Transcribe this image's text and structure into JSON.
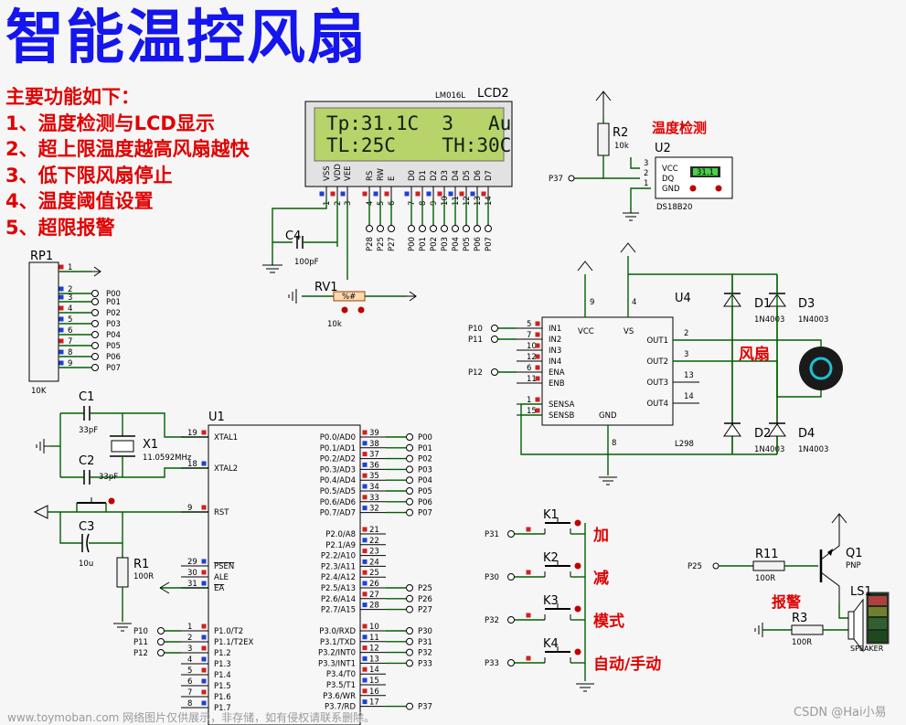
{
  "title": "智能温控风扇",
  "features": [
    "主要功能如下：",
    "1、温度检测与LCD显示",
    "2、超上限温度越高风扇越快",
    "3、低下限风扇停止",
    "4、温度阈值设置",
    "5、超限报警"
  ],
  "lcd": {
    "part": "LM016L",
    "ref": "LCD2",
    "line1": "Tp:31.1C  3   Au",
    "line2": "TL:25C    TH:30C",
    "pins": [
      "VSS",
      "VDD",
      "VEE",
      "RS",
      "RW",
      "E",
      "D0",
      "D1",
      "D2",
      "D3",
      "D4",
      "D5",
      "D6",
      "D7"
    ],
    "pin_numbers": [
      "1",
      "2",
      "3",
      "4",
      "5",
      "6",
      "7",
      "8",
      "9",
      "10",
      "11",
      "12",
      "13",
      "14"
    ],
    "nets": [
      "P28",
      "P25",
      "P27",
      "P00",
      "P01",
      "P02",
      "P03",
      "P04",
      "P05",
      "P06",
      "P07"
    ]
  },
  "rp1": {
    "ref": "RP1",
    "value": "10K",
    "pin_numbers": [
      "1",
      "2",
      "3",
      "4",
      "5",
      "6",
      "7",
      "8",
      "9"
    ],
    "nets": [
      "P00",
      "P01",
      "P02",
      "P03",
      "P04",
      "P05",
      "P06",
      "P07"
    ]
  },
  "c4": {
    "ref": "C4",
    "value": "100pF"
  },
  "rv1": {
    "ref": "RV1",
    "value": "10k",
    "pct": "%#"
  },
  "r2": {
    "ref": "R2",
    "value": "10k"
  },
  "u2": {
    "ref": "U2",
    "part": "DS18B20",
    "label": "温度检测",
    "pins": [
      "VCC",
      "DQ",
      "GND"
    ],
    "pin_numbers": [
      "3",
      "2",
      "1"
    ],
    "reading": "31.1",
    "net": "P37"
  },
  "u4": {
    "ref": "U4",
    "part": "L298",
    "left_pins": [
      {
        "num": "5",
        "name": "IN1",
        "net": "P10"
      },
      {
        "num": "7",
        "name": "IN2",
        "net": "P11"
      },
      {
        "num": "10",
        "name": "IN3",
        "net": ""
      },
      {
        "num": "12",
        "name": "IN4",
        "net": ""
      },
      {
        "num": "6",
        "name": "ENA",
        "net": "P12"
      },
      {
        "num": "11",
        "name": "ENB",
        "net": ""
      },
      {
        "num": "1",
        "name": "SENSA",
        "net": ""
      },
      {
        "num": "15",
        "name": "SENSB",
        "net": ""
      }
    ],
    "right_pins": [
      {
        "num": "2",
        "name": "OUT1"
      },
      {
        "num": "3",
        "name": "OUT2"
      },
      {
        "num": "13",
        "name": "OUT3"
      },
      {
        "num": "14",
        "name": "OUT4"
      }
    ],
    "top_pins": [
      {
        "num": "9",
        "name": "VCC"
      },
      {
        "num": "4",
        "name": "VS"
      }
    ],
    "bottom_pin": {
      "num": "8",
      "name": "GND"
    }
  },
  "diodes": [
    {
      "ref": "D1",
      "part": "1N4003"
    },
    {
      "ref": "D2",
      "part": "1N4003"
    },
    {
      "ref": "D3",
      "part": "1N4003"
    },
    {
      "ref": "D4",
      "part": "1N4003"
    }
  ],
  "fan_label": "风扇",
  "osc": {
    "c1": {
      "ref": "C1",
      "value": "33pF"
    },
    "c2": {
      "ref": "C2",
      "value": "33pF"
    },
    "x1": {
      "ref": "X1",
      "value": "11.0592MHz"
    }
  },
  "reset": {
    "c3": {
      "ref": "C3",
      "value": "10u"
    },
    "r1": {
      "ref": "R1",
      "value": "100R"
    }
  },
  "u1": {
    "ref": "U1",
    "left_pins": [
      {
        "num": "19",
        "name": "XTAL1"
      },
      {
        "num": "18",
        "name": "XTAL2"
      },
      {
        "num": "9",
        "name": "RST"
      },
      {
        "num": "29",
        "name": "PSEN"
      },
      {
        "num": "30",
        "name": "ALE"
      },
      {
        "num": "31",
        "name": "EA"
      },
      {
        "num": "1",
        "name": "P1.0/T2",
        "net": "P10"
      },
      {
        "num": "2",
        "name": "P1.1/T2EX",
        "net": "P11"
      },
      {
        "num": "3",
        "name": "P1.2",
        "net": "P12"
      },
      {
        "num": "4",
        "name": "P1.3"
      },
      {
        "num": "5",
        "name": "P1.4"
      },
      {
        "num": "6",
        "name": "P1.5"
      },
      {
        "num": "7",
        "name": "P1.6"
      },
      {
        "num": "8",
        "name": "P1.7"
      }
    ],
    "right_p0": [
      {
        "num": "39",
        "name": "P0.0/AD0",
        "net": "P00"
      },
      {
        "num": "38",
        "name": "P0.1/AD1",
        "net": "P01"
      },
      {
        "num": "37",
        "name": "P0.2/AD2",
        "net": "P02"
      },
      {
        "num": "36",
        "name": "P0.3/AD3",
        "net": "P03"
      },
      {
        "num": "35",
        "name": "P0.4/AD4",
        "net": "P04"
      },
      {
        "num": "34",
        "name": "P0.5/AD5",
        "net": "P05"
      },
      {
        "num": "33",
        "name": "P0.6/AD6",
        "net": "P06"
      },
      {
        "num": "32",
        "name": "P0.7/AD7",
        "net": "P07"
      }
    ],
    "right_p2": [
      {
        "num": "21",
        "name": "P2.0/A8",
        "net": ""
      },
      {
        "num": "22",
        "name": "P2.1/A9",
        "net": ""
      },
      {
        "num": "23",
        "name": "P2.2/A10",
        "net": ""
      },
      {
        "num": "24",
        "name": "P2.3/A11",
        "net": ""
      },
      {
        "num": "25",
        "name": "P2.4/A12",
        "net": ""
      },
      {
        "num": "26",
        "name": "P2.5/A13",
        "net": "P25"
      },
      {
        "num": "27",
        "name": "P2.6/A14",
        "net": "P26"
      },
      {
        "num": "28",
        "name": "P2.7/A15",
        "net": "P27"
      }
    ],
    "right_p3": [
      {
        "num": "10",
        "name": "P3.0/RXD",
        "net": "P30"
      },
      {
        "num": "11",
        "name": "P3.1/TXD",
        "net": "P31"
      },
      {
        "num": "12",
        "name": "P3.2/INT0",
        "net": "P32"
      },
      {
        "num": "13",
        "name": "P3.3/INT1",
        "net": "P33"
      },
      {
        "num": "14",
        "name": "P3.4/T0",
        "net": ""
      },
      {
        "num": "15",
        "name": "P3.5/T1",
        "net": ""
      },
      {
        "num": "16",
        "name": "P3.6/WR",
        "net": ""
      },
      {
        "num": "17",
        "name": "P3.7/RD",
        "net": "P37"
      }
    ]
  },
  "keys": [
    {
      "ref": "K1",
      "net": "P31",
      "label": "加"
    },
    {
      "ref": "K2",
      "net": "P30",
      "label": "减"
    },
    {
      "ref": "K3",
      "net": "P32",
      "label": "模式"
    },
    {
      "ref": "K4",
      "net": "P33",
      "label": "自动/手动"
    }
  ],
  "alarm": {
    "label": "报警",
    "r11": {
      "ref": "R11",
      "value": "100R",
      "net": "P25"
    },
    "q1": {
      "ref": "Q1",
      "part": "PNP"
    },
    "r3": {
      "ref": "R3",
      "value": "100R"
    },
    "ls1": {
      "ref": "LS1",
      "part": "SPEAKER"
    }
  },
  "watermark_left": "www.toymoban.com 网络图片仅供展示，非存储，如有侵权请联系删除。",
  "watermark_right": "CSDN @Hai小易"
}
